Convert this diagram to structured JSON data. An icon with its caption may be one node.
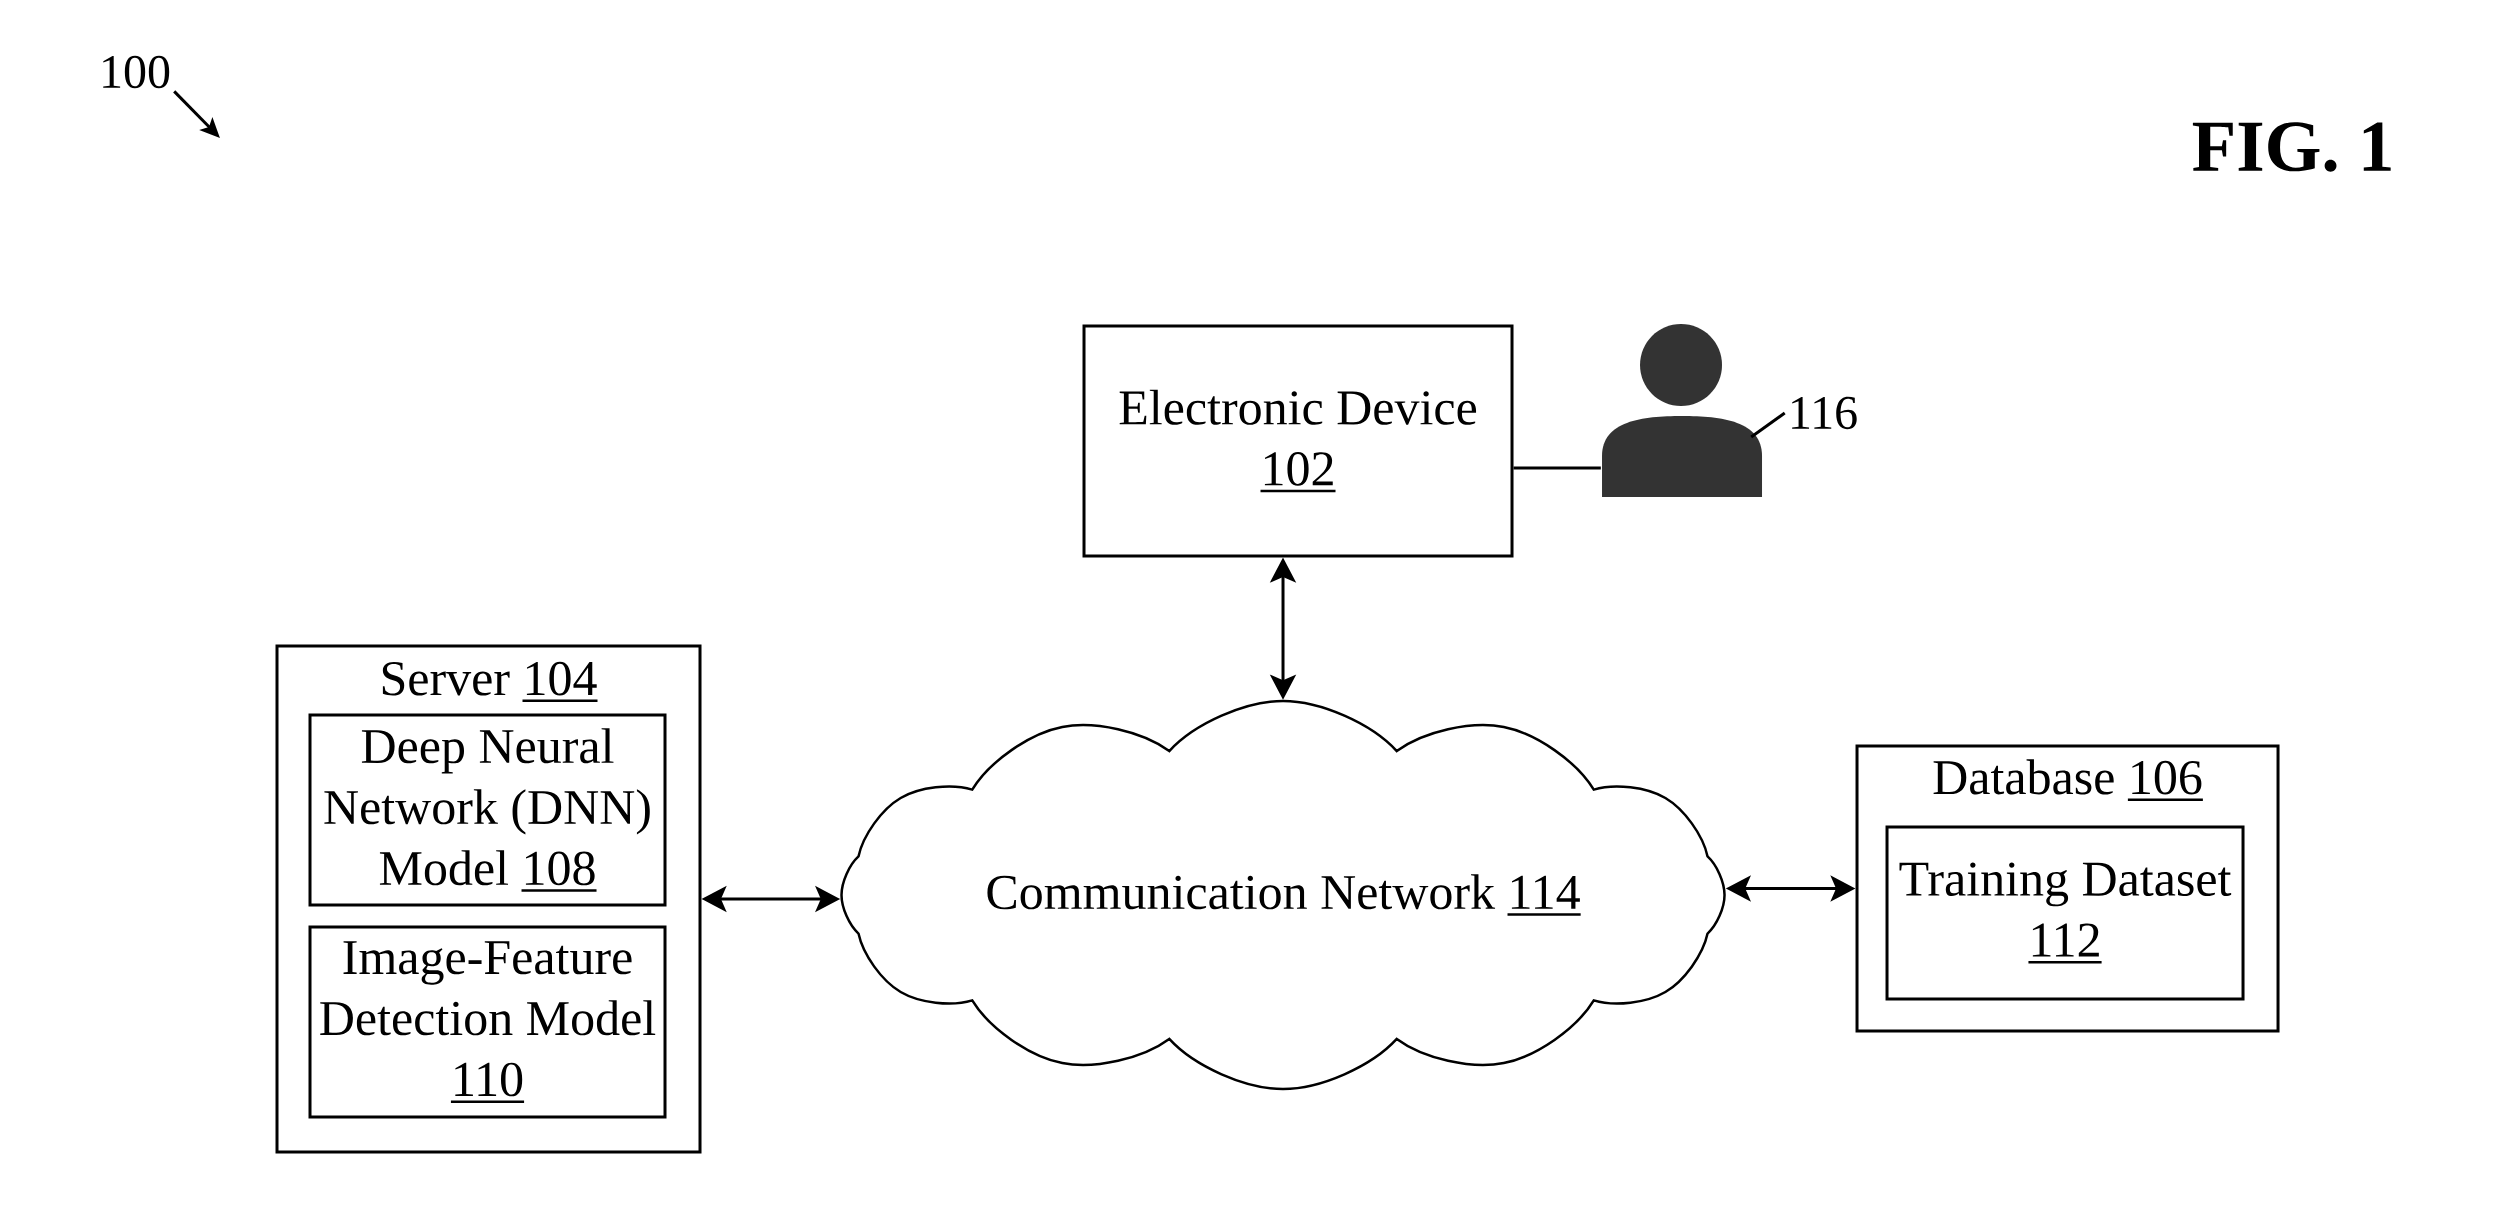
{
  "diagram": {
    "title": "FIG. 1",
    "nodes": [
      {
        "text": [
          "100"
        ]
      },
      {
        "text": [
          "Electronic Device",
          "102"
        ]
      },
      {
        "text": [],
        "shape": "person"
      },
      {
        "text": [
          "116"
        ]
      },
      {
        "text": [
          "Server",
          "104"
        ]
      },
      {
        "text": [
          "Deep Neural Network (DNN) Model",
          "108"
        ],
        "in": 4
      },
      {
        "text": [
          "Image-Feature Detection Model",
          "110"
        ],
        "in": 4
      },
      {
        "text": [
          "Communication Network",
          "114"
        ]
      },
      {
        "text": [
          "Database",
          "106"
        ]
      },
      {
        "text": [
          "Training Dataset",
          "112"
        ],
        "in": 8
      }
    ],
    "edges": [
      {
        "from": 0,
        "to": null,
        "arrow": "to"
      },
      {
        "from": 1,
        "to": 2,
        "arrow": "none"
      },
      {
        "from": 3,
        "to": 2,
        "arrow": "none"
      },
      {
        "from": 1,
        "to": 7,
        "arrow": "both"
      },
      {
        "from": 4,
        "to": 7,
        "arrow": "both"
      },
      {
        "from": 7,
        "to": 8,
        "arrow": "both"
      }
    ]
  }
}
